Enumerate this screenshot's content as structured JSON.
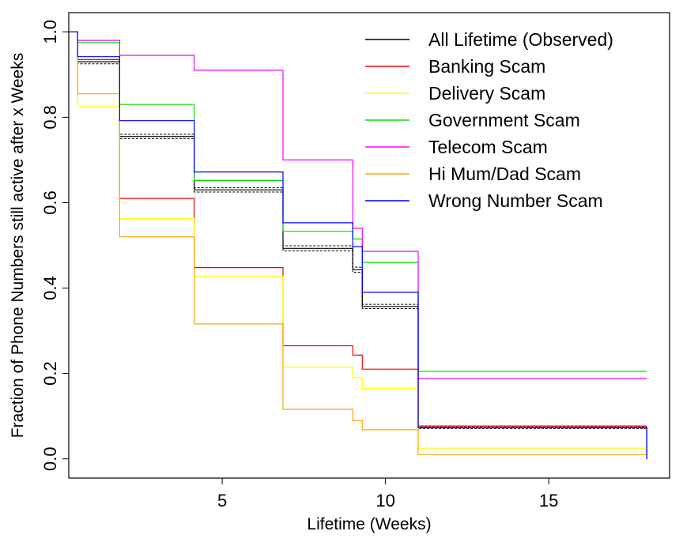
{
  "chart_data": {
    "type": "line",
    "step": true,
    "title": "",
    "xlabel": "Lifetime (Weeks)",
    "ylabel": "Fraction of Phone Numbers still active after x Weeks",
    "xlim": [
      0.3,
      18.7
    ],
    "ylim": [
      -0.045,
      1.045
    ],
    "x_ticks": [
      5,
      10,
      15
    ],
    "x_tick_labels": [
      "5",
      "10",
      "15"
    ],
    "y_ticks": [
      0.0,
      0.2,
      0.4,
      0.6,
      0.8,
      1.0
    ],
    "y_tick_labels": [
      "0.0",
      "0.2",
      "0.4",
      "0.6",
      "0.8",
      "1.0"
    ],
    "grid": false,
    "legend_position": "top-right",
    "series": [
      {
        "name": "All Lifetime (Observed)",
        "color": "#000000",
        "confidence_band": true,
        "x": [
          0.3,
          0.57,
          1.86,
          4.14,
          6.86,
          9.0,
          9.29,
          11.0,
          18.0
        ],
        "y": [
          1.0,
          0.93,
          0.755,
          0.63,
          0.493,
          0.443,
          0.357,
          0.073,
          0.0
        ],
        "band_lower": [
          1.0,
          0.925,
          0.75,
          0.625,
          0.487,
          0.437,
          0.352,
          0.071,
          0.0
        ],
        "band_upper": [
          1.0,
          0.935,
          0.76,
          0.635,
          0.499,
          0.449,
          0.362,
          0.075,
          0.0
        ]
      },
      {
        "name": "Banking Scam",
        "color": "#ff0000",
        "x": [
          0.3,
          0.57,
          1.86,
          4.14,
          6.86,
          9.0,
          9.29,
          11.0,
          18.0
        ],
        "y": [
          1.0,
          0.935,
          0.61,
          0.448,
          0.265,
          0.243,
          0.21,
          0.077,
          0.077
        ]
      },
      {
        "name": "Delivery Scam",
        "color": "#ffff00",
        "x": [
          0.3,
          0.57,
          1.86,
          4.14,
          6.86,
          9.0,
          9.29,
          11.0,
          18.0
        ],
        "y": [
          1.0,
          0.826,
          0.563,
          0.428,
          0.215,
          0.19,
          0.165,
          0.025,
          0.025
        ]
      },
      {
        "name": "Government Scam",
        "color": "#00e000",
        "x": [
          0.3,
          0.57,
          1.86,
          4.14,
          6.86,
          9.0,
          9.29,
          11.0,
          18.0
        ],
        "y": [
          1.0,
          0.975,
          0.83,
          0.652,
          0.533,
          0.515,
          0.46,
          0.205,
          0.205
        ]
      },
      {
        "name": "Telecom Scam",
        "color": "#ff00ff",
        "x": [
          0.3,
          0.57,
          1.86,
          4.14,
          6.86,
          9.0,
          9.29,
          11.0,
          18.0
        ],
        "y": [
          1.0,
          0.98,
          0.945,
          0.91,
          0.7,
          0.54,
          0.486,
          0.188,
          0.188
        ]
      },
      {
        "name": "Hi Mum/Dad Scam",
        "color": "#ffa500",
        "x": [
          0.3,
          0.57,
          1.86,
          4.14,
          6.86,
          9.0,
          9.29,
          11.0,
          18.0
        ],
        "y": [
          1.0,
          0.855,
          0.52,
          0.316,
          0.116,
          0.09,
          0.068,
          0.01,
          0.01
        ]
      },
      {
        "name": "Wrong Number Scam",
        "color": "#0000ff",
        "x": [
          0.3,
          0.57,
          1.86,
          4.14,
          6.86,
          9.0,
          9.29,
          11.0,
          18.0
        ],
        "y": [
          1.0,
          0.942,
          0.792,
          0.672,
          0.553,
          0.497,
          0.39,
          0.073,
          0.0
        ]
      }
    ]
  }
}
